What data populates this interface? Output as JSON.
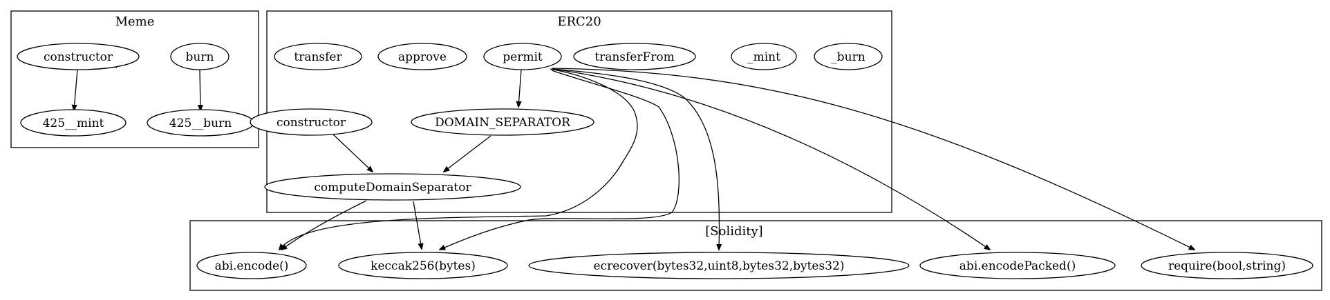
{
  "clusters": {
    "meme": {
      "label": "Meme"
    },
    "erc20": {
      "label": "ERC20"
    },
    "solidity": {
      "label": "[Solidity]"
    }
  },
  "nodes": {
    "meme_constructor": "constructor",
    "meme_burn": "burn",
    "meme_mint425": "425__mint",
    "meme_burn425": "425__burn",
    "erc_transfer": "transfer",
    "erc_approve": "approve",
    "erc_permit": "permit",
    "erc_transferFrom": "transferFrom",
    "erc_mint": "_mint",
    "erc_burn": "_burn",
    "erc_constructor": "constructor",
    "erc_domainSeparator": "DOMAIN_SEPARATOR",
    "erc_computeDomainSeparator": "computeDomainSeparator",
    "sol_abiEncode": "abi.encode()",
    "sol_keccak": "keccak256(bytes)",
    "sol_ecrecover": "ecrecover(bytes32,uint8,bytes32,bytes32)",
    "sol_abiEncodePacked": "abi.encodePacked()",
    "sol_require": "require(bool,string)"
  },
  "edges": [
    [
      "meme_constructor",
      "meme_constructor"
    ],
    [
      "meme_constructor",
      "meme_mint425"
    ],
    [
      "meme_burn",
      "meme_burn425"
    ],
    [
      "erc_permit",
      "erc_domainSeparator"
    ],
    [
      "erc_constructor",
      "erc_computeDomainSeparator"
    ],
    [
      "erc_domainSeparator",
      "erc_computeDomainSeparator"
    ],
    [
      "erc_computeDomainSeparator",
      "sol_abiEncode"
    ],
    [
      "erc_computeDomainSeparator",
      "sol_keccak"
    ],
    [
      "erc_permit",
      "sol_abiEncode"
    ],
    [
      "erc_permit",
      "sol_keccak"
    ],
    [
      "erc_permit",
      "sol_ecrecover"
    ],
    [
      "erc_permit",
      "sol_abiEncodePacked"
    ],
    [
      "erc_permit",
      "sol_require"
    ]
  ]
}
